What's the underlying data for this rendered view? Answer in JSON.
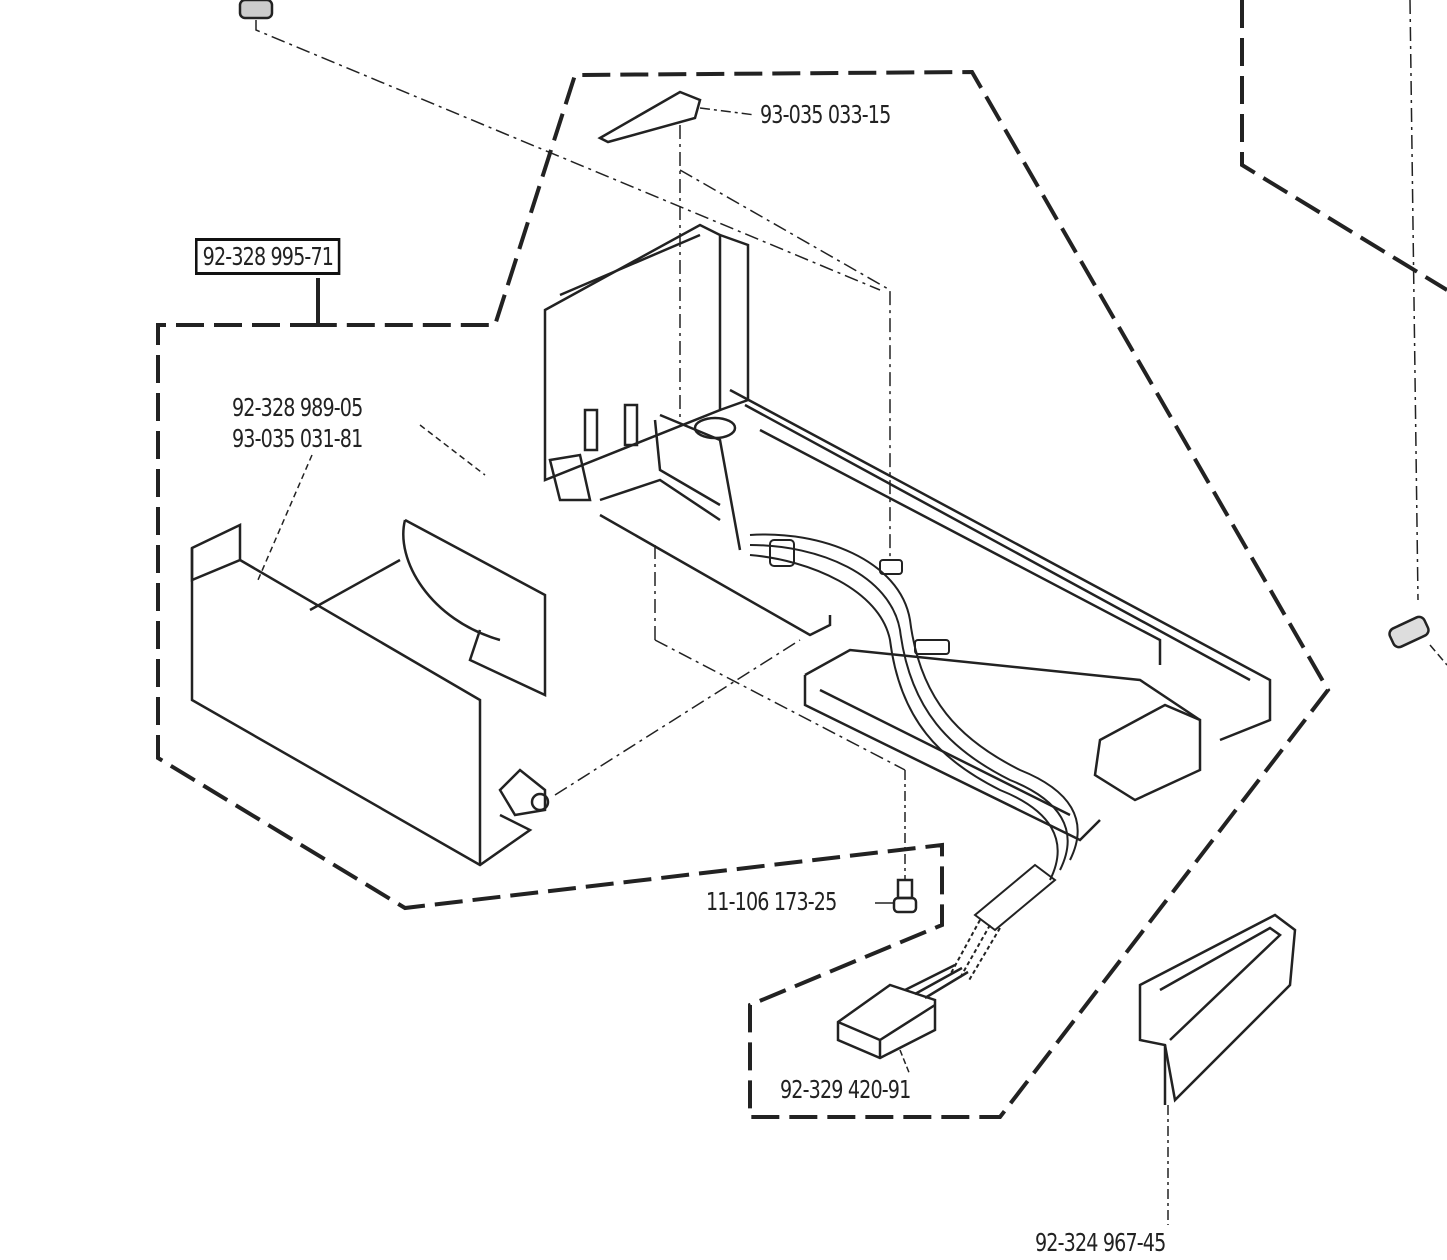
{
  "diagram": {
    "title": "Exploded parts view",
    "part_labels": {
      "clip_top": "93-035 033-15",
      "assembly": "92-328 995-71",
      "cover_a": "92-328 989-05",
      "cover_b": "93-035 031-81",
      "screw": "11-106 173-25",
      "connector": "92-329 420-91",
      "bracket": "92-324 967-45"
    },
    "colors": {
      "ink": "#222222",
      "background": "#ffffff"
    }
  }
}
